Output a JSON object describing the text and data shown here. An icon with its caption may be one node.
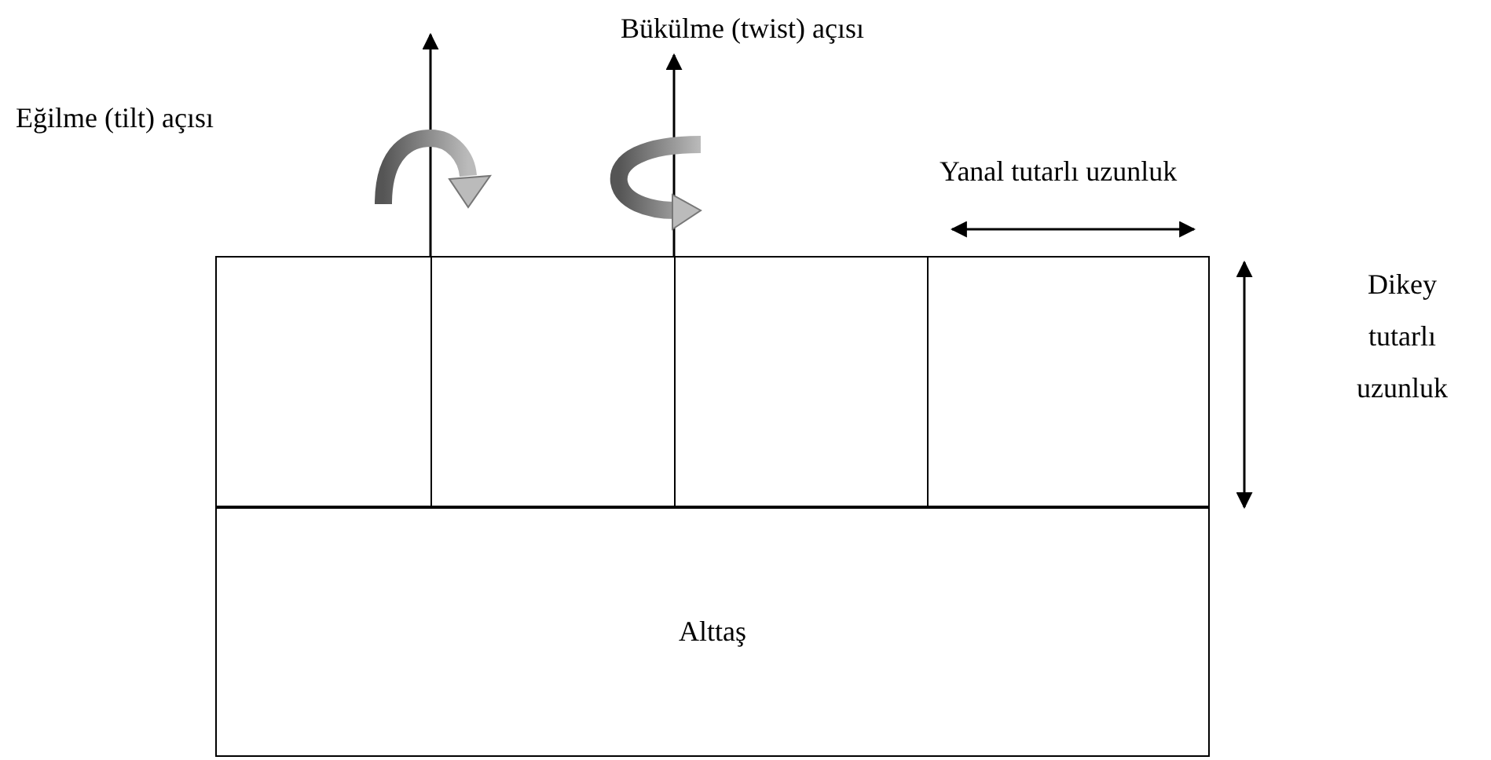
{
  "diagram": {
    "nodes": [
      {
        "text": [],
        "shape": "box"
      },
      {
        "text": [],
        "shape": "box"
      },
      {
        "text": [],
        "shape": "box"
      },
      {
        "text": [],
        "shape": "box"
      },
      {
        "text": [
          "Alttaş"
        ]
      }
    ],
    "edges": [],
    "labels": [
      "Bükülme (twist) açısı",
      "Eğilme (tilt) açısı",
      "Yanal tutarlı uzunluk",
      "Dikey tutarlı uzunluk"
    ]
  }
}
